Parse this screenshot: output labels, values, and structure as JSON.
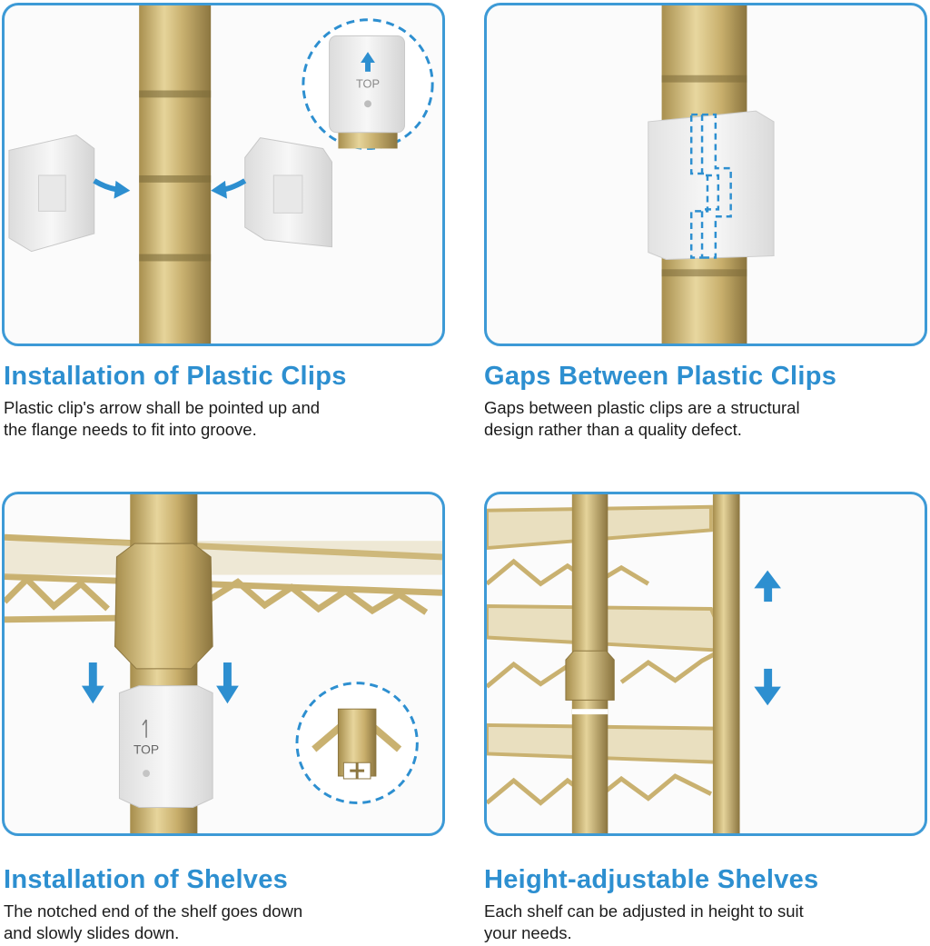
{
  "colors": {
    "accent": "#2d8fd0",
    "border": "#3d9ad6",
    "gold": "#c9b170",
    "clip": "#f2f2f2"
  },
  "panels": [
    {
      "title": "Installation of Plastic Clips",
      "description": "Plastic clip's arrow shall be pointed up and\nthe flange needs to fit into groove.",
      "inset_label": "TOP"
    },
    {
      "title": "Gaps Between Plastic Clips",
      "description": "Gaps between plastic clips are a structural\ndesign rather than a quality defect."
    },
    {
      "title": "Installation of Shelves",
      "description": "The notched end of the shelf goes down\nand slowly slides down.",
      "clip_label": "TOP"
    },
    {
      "title": "Height-adjustable Shelves",
      "description": "Each shelf can be adjusted in height to suit\nyour needs."
    }
  ],
  "icons": [
    "arrow-right-icon",
    "arrow-left-icon",
    "arrow-up-icon",
    "arrow-down-icon"
  ]
}
